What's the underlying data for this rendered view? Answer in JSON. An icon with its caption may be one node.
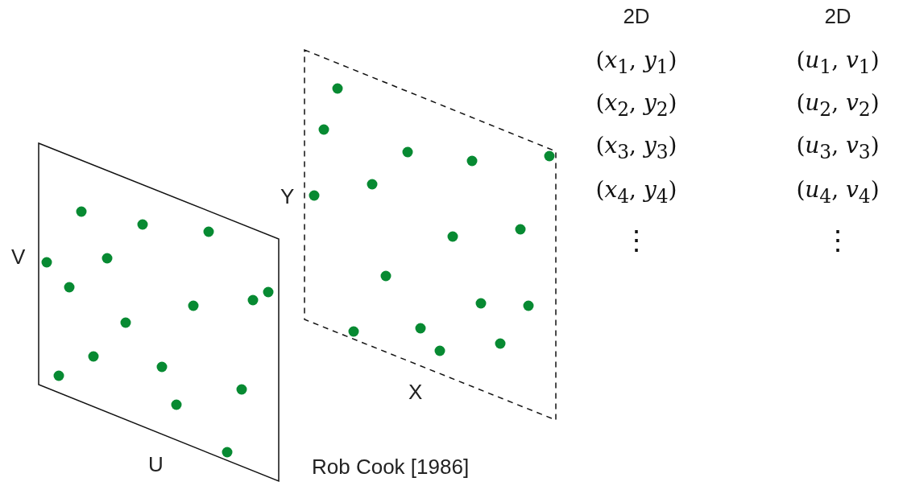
{
  "diagram": {
    "nodes": [
      {
        "text": [],
        "shape": "box",
        "beside": [
          "V",
          "U"
        ]
      },
      {
        "text": [],
        "shape": "box",
        "beside": [
          "Y",
          "X"
        ]
      }
    ],
    "edges": [],
    "labels": [
      "2D",
      "2D",
      "(*x*$_{1}$, *y*$_{1}$)",
      "(*u*$_{1}$, *v*$_{1}$)",
      "(*x*$_{2}$, *y*$_{2}$)",
      "(*u*$_{2}$, *v*$_{2}$)",
      "(*x*$_{3}$, *y*$_{3}$)",
      "(*u*$_{3}$, *v*$_{3}$)",
      "(*x*$_{4}$, *y*$_{4}$)",
      "(*u*$_{4}$, *v*$_{4}$)",
      "⋮",
      "⋮",
      "Rob Cook [1986]"
    ]
  }
}
